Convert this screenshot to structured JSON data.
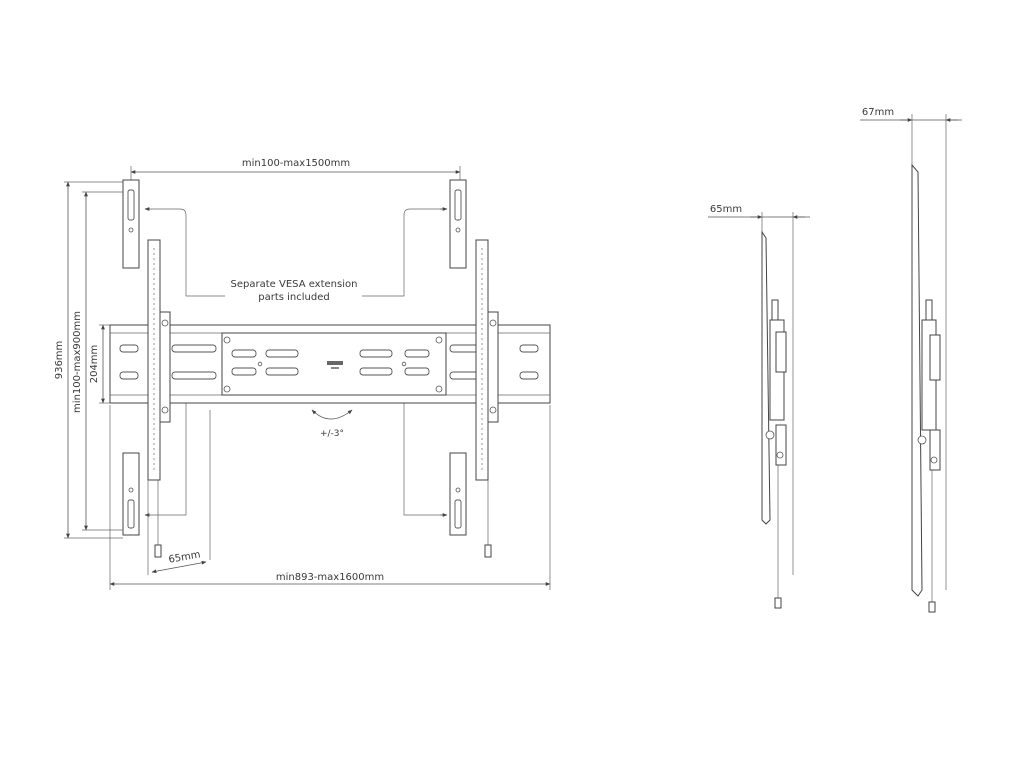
{
  "labels": {
    "vesa_width": "min100-max1500mm",
    "vesa_note_line1": "Separate VESA extension",
    "vesa_note_line2": "parts included",
    "height_total": "936mm",
    "height_vesa": "min100-max900mm",
    "height_plate": "204mm",
    "tilt": "+/-3°",
    "arm_depth": "65mm",
    "plate_width": "min893-max1600mm",
    "side_profile_1": "65mm",
    "side_profile_2": "67mm"
  },
  "colors": {
    "line": "#444444",
    "text": "#3a3a3a",
    "background": "#ffffff"
  },
  "icons": {
    "tilt_arrows": "curved-double-arrow-icon",
    "brand_mark": "brand-logo-icon"
  }
}
